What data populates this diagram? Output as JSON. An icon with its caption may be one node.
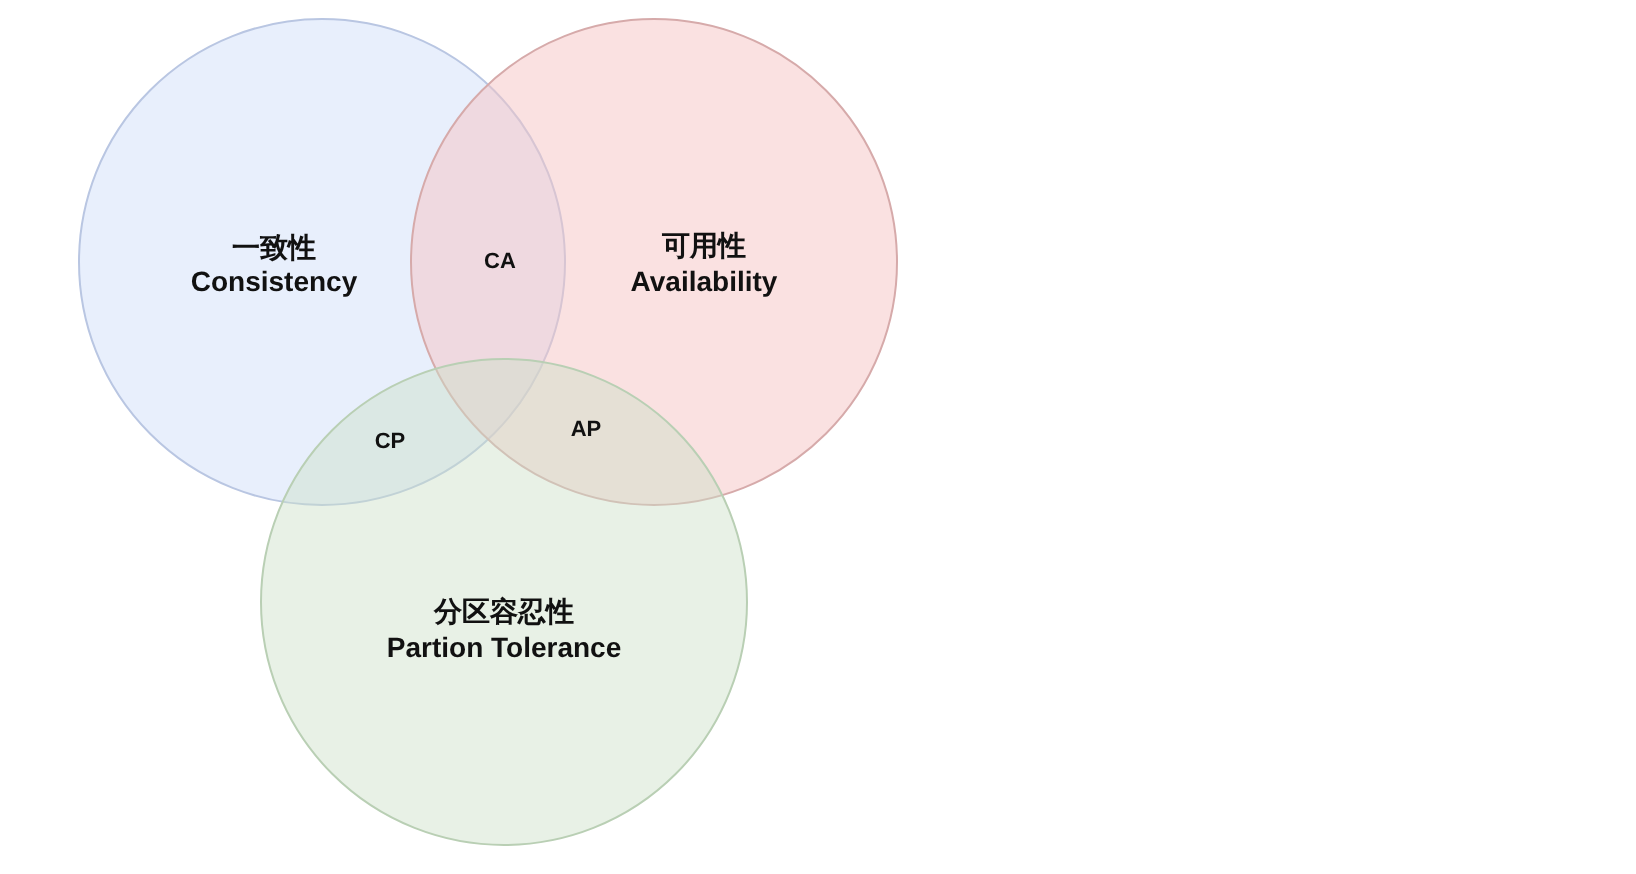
{
  "diagram": {
    "nodes": [
      {
        "text": [
          "一致性",
          "Consistency"
        ]
      },
      {
        "text": [
          "可用性",
          "Availability"
        ]
      },
      {
        "text": [
          "分区容忍性",
          "Partion Tolerance"
        ]
      }
    ],
    "labels": [
      "CA",
      "CP",
      "AP"
    ]
  }
}
